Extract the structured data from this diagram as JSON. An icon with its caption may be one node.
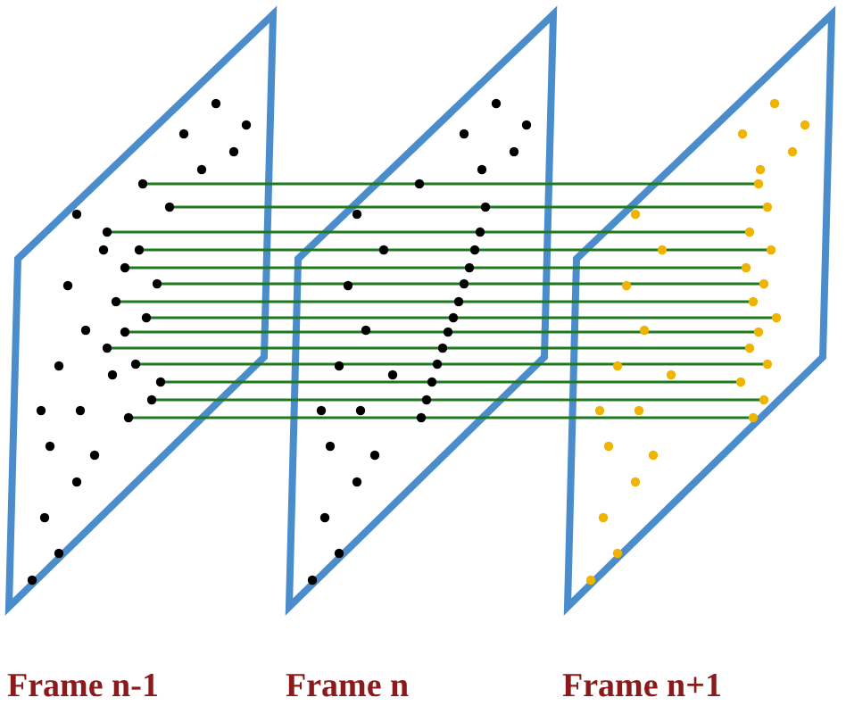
{
  "diagram": {
    "nodes": [
      {
        "text": [
          "Frame n-1"
        ]
      },
      {
        "text": [
          "Frame n"
        ]
      },
      {
        "text": [
          "Frame n+1"
        ]
      }
    ]
  }
}
